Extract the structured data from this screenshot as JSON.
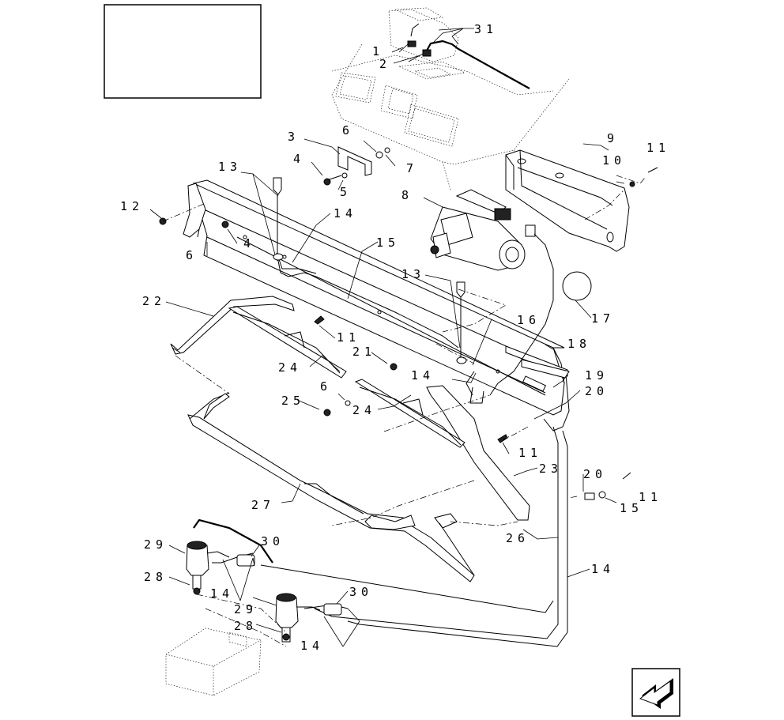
{
  "title_box": "",
  "callouts": [
    "1",
    "2",
    "3",
    "4",
    "5",
    "6",
    "7",
    "8",
    "9",
    "10",
    "11",
    "12",
    "13",
    "14",
    "15",
    "16",
    "17",
    "18",
    "19",
    "20",
    "21",
    "22",
    "23",
    "24",
    "25",
    "26",
    "27",
    "28",
    "29",
    "30",
    "31"
  ],
  "nav_icon": "arrow-left-icon"
}
